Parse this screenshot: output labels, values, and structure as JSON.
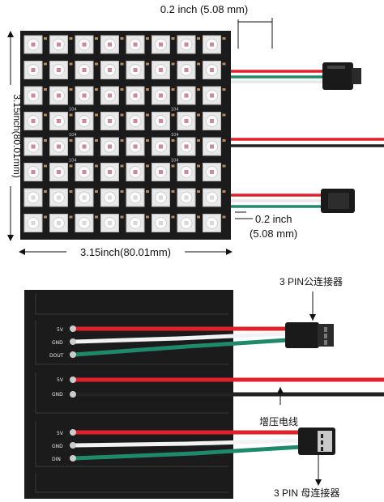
{
  "top": {
    "dim_top": "0.2 inch (5.08 mm)",
    "dim_left": "3.15inch(80.01mm)",
    "dim_right_line1": "0.2 inch",
    "dim_right_line2": "(5.08 mm)",
    "dim_bottom": "3.15inch(80.01mm)",
    "chip_label": "104",
    "led_grid": {
      "rows": 8,
      "cols": 8
    }
  },
  "bottom": {
    "group1_pads": [
      "5V",
      "GND",
      "DOUT"
    ],
    "group2_pads": [
      "5V",
      "GND"
    ],
    "group3_pads": [
      "5V",
      "GND",
      "DIN"
    ],
    "label_male_connector": "3 PIN公连接器",
    "label_power_wire": "增压电线",
    "label_female_connector": "3 PIN 母连接器"
  },
  "colors": {
    "pcb": "#1b1b1b",
    "wire_red": "#e0212b",
    "wire_green": "#1f8a6a",
    "wire_white": "#f2f2f2",
    "wire_black": "#222222"
  }
}
